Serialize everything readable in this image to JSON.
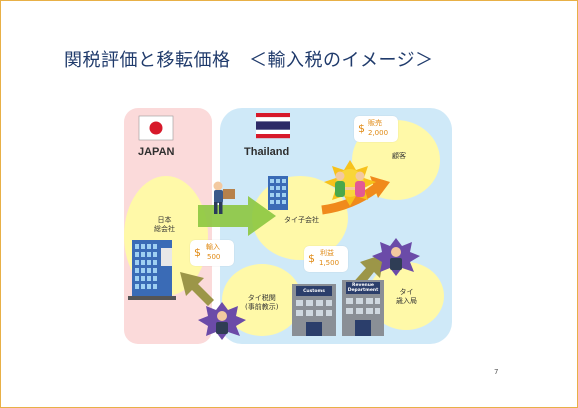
{
  "page": {
    "title": "関税評価と移転価格　＜輸入税のイメージ＞",
    "slide_number": "7"
  },
  "regions": {
    "japan": {
      "label": "JAPAN"
    },
    "thailand": {
      "label": "Thailand"
    }
  },
  "nodes": {
    "parent_company": "日本\n総会社",
    "thai_subsidiary": "タイ子会社",
    "customer": "顧客",
    "customs": "タイ税関\n(事前教示)",
    "revenue": "タイ\n歳入局"
  },
  "flows": {
    "import": {
      "label": "輸入",
      "value": "500"
    },
    "sales": {
      "label": "販売",
      "value": "2,000"
    },
    "profit": {
      "label": "利益",
      "value": "1,500"
    }
  },
  "buildings": {
    "customs_sign": "Customs",
    "revenue_sign": "Revenue\nDepartment"
  },
  "icons": {
    "currency": "dollar-sign-icon",
    "flag_japan": "japan-flag-icon",
    "flag_thailand": "thailand-flag-icon"
  },
  "colors": {
    "japan_bg": "#fbdada",
    "thailand_bg": "#cfe9f8",
    "bubble": "#fff9a8",
    "arrow_green": "#8cc63f",
    "arrow_olive": "#9c9648",
    "arrow_orange": "#f08a1c",
    "money": "#e08a14",
    "title": "#1f3a6b"
  }
}
